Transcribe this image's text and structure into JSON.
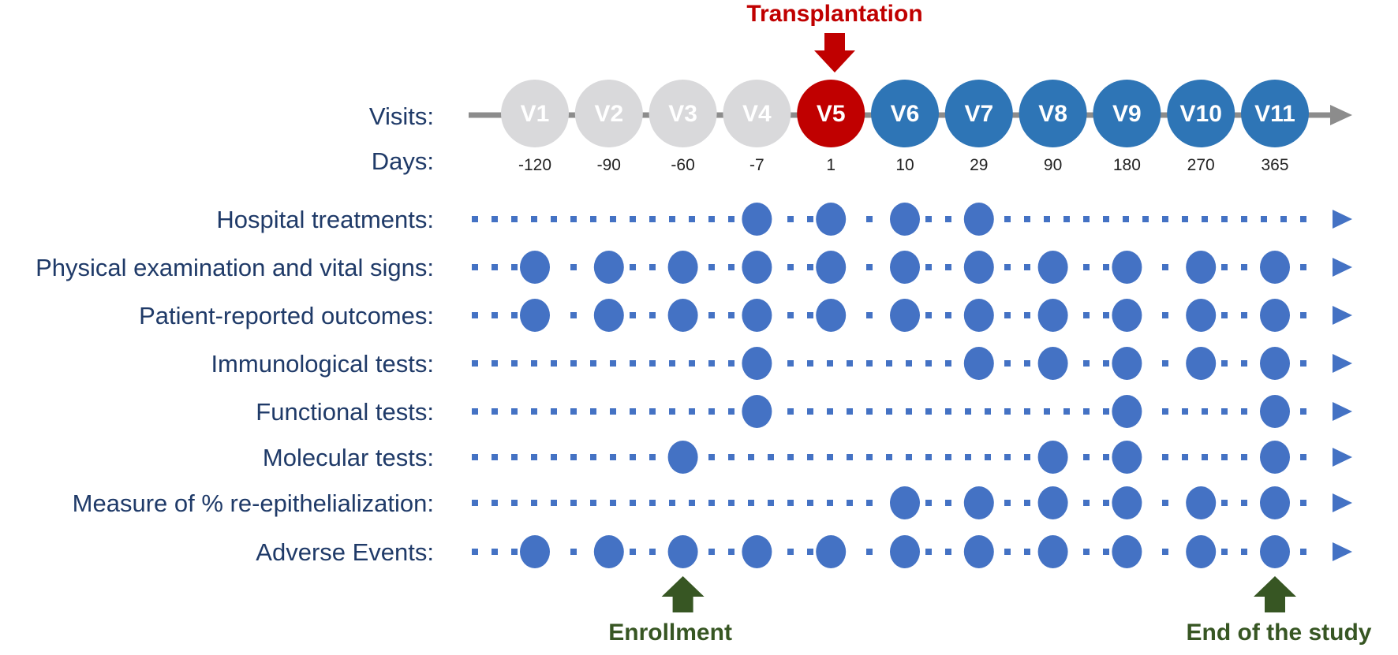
{
  "header": {
    "visits_label": "Visits:",
    "days_label": "Days:",
    "transplantation": "Transplantation"
  },
  "visits": [
    {
      "label": "V1",
      "day": "-120",
      "state": "past"
    },
    {
      "label": "V2",
      "day": "-90",
      "state": "past"
    },
    {
      "label": "V3",
      "day": "-60",
      "state": "past"
    },
    {
      "label": "V4",
      "day": "-7",
      "state": "past"
    },
    {
      "label": "V5",
      "day": "1",
      "state": "transplant"
    },
    {
      "label": "V6",
      "day": "10",
      "state": "future"
    },
    {
      "label": "V7",
      "day": "29",
      "state": "future"
    },
    {
      "label": "V8",
      "day": "90",
      "state": "future"
    },
    {
      "label": "V9",
      "day": "180",
      "state": "future"
    },
    {
      "label": "V10",
      "day": "270",
      "state": "future"
    },
    {
      "label": "V11",
      "day": "365",
      "state": "future"
    }
  ],
  "rows": [
    {
      "label": "Hospital treatments:",
      "visits": [
        4,
        5,
        6,
        7
      ]
    },
    {
      "label": "Physical examination and vital signs:",
      "visits": [
        1,
        2,
        3,
        4,
        5,
        6,
        7,
        8,
        9,
        10,
        11
      ]
    },
    {
      "label": "Patient-reported outcomes:",
      "visits": [
        1,
        2,
        3,
        4,
        5,
        6,
        7,
        8,
        9,
        10,
        11
      ]
    },
    {
      "label": "Immunological tests:",
      "visits": [
        4,
        7,
        8,
        9,
        10,
        11
      ]
    },
    {
      "label": "Functional tests:",
      "visits": [
        4,
        9,
        11
      ]
    },
    {
      "label": "Molecular tests:",
      "visits": [
        3,
        8,
        9,
        11
      ]
    },
    {
      "label": "Measure of % re-epithelialization:",
      "visits": [
        6,
        7,
        8,
        9,
        10,
        11
      ]
    },
    {
      "label": "Adverse Events:",
      "visits": [
        1,
        2,
        3,
        4,
        5,
        6,
        7,
        8,
        9,
        10,
        11
      ]
    }
  ],
  "markers": {
    "enrollment": {
      "label": "Enrollment",
      "visit": 3
    },
    "end": {
      "label": "End of the study",
      "visit": 11
    }
  },
  "colors": {
    "past_visit": "#d9d9db",
    "transplant_visit": "#c00000",
    "future_visit": "#2e75b6",
    "timeline": "#8c8c8c",
    "dot": "#4472c4",
    "red_arrow": "#c00000",
    "green_arrow": "#375623",
    "label": "#1f3a68"
  }
}
